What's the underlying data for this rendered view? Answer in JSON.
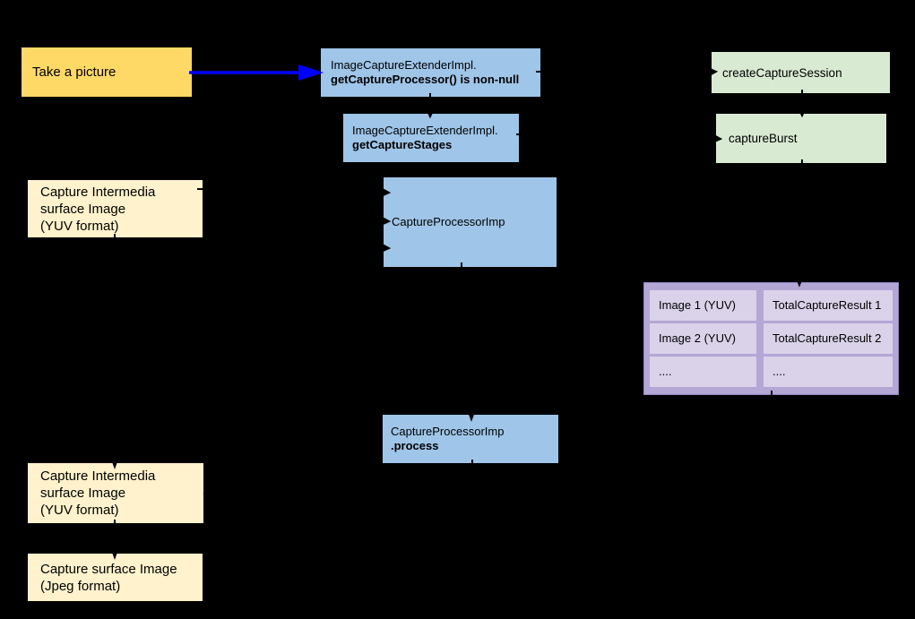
{
  "diagram": {
    "background": "#000000",
    "colors": {
      "action_yellow": "#ffd966",
      "note_cream": "#fff2cc",
      "code_blue": "#9fc5e8",
      "session_green": "#d9ead3",
      "table_purple": "#b4a7d6",
      "table_cell_purple": "#d9d2e9",
      "arrow_blue": "#0000ff",
      "connector_black": "#000000",
      "text": "#000000"
    },
    "nodes": {
      "take_picture": {
        "label": "Take a picture"
      },
      "get_capture_processor": {
        "line1": "ImageCaptureExtenderImpl.",
        "line2": "getCaptureProcessor() is non-null"
      },
      "get_capture_stages": {
        "line1": "ImageCaptureExtenderImpl.",
        "line2": "getCaptureStages"
      },
      "capture_processor": {
        "label": "CaptureProcessorImp"
      },
      "create_capture_session": {
        "label": "createCaptureSession"
      },
      "capture_burst": {
        "label": "captureBurst"
      },
      "capture_intermedia_top": {
        "line1": "Capture Intermedia",
        "line2": "surface Image",
        "line3": "(YUV format)"
      },
      "capture_processor_process": {
        "line1": "CaptureProcessorImp",
        "line2": ".process"
      },
      "capture_intermedia_bottom": {
        "line1": "Capture Intermedia",
        "line2": "surface Image",
        "line3": "(YUV format)"
      },
      "capture_surface_jpeg": {
        "line1": "Capture surface Image",
        "line2": "(Jpeg format)"
      }
    },
    "burst_table": {
      "rows": [
        [
          "Image 1 (YUV)",
          "TotalCaptureResult 1"
        ],
        [
          "Image 2 (YUV)",
          "TotalCaptureResult 2"
        ],
        [
          "....",
          "...."
        ]
      ]
    }
  }
}
